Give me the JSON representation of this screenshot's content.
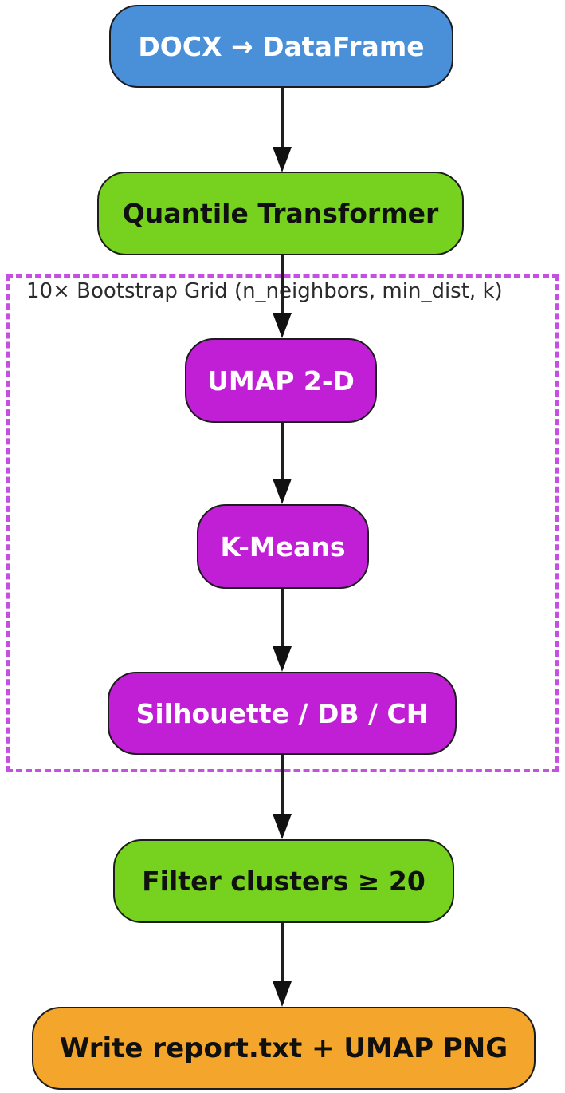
{
  "diagram": {
    "type": "flowchart",
    "background": "#ffffff",
    "edge_color": "#1f1f1f",
    "nodes": [
      {
        "id": "docx",
        "label": "DOCX → DataFrame",
        "fill": "#4a90d9",
        "text_color": "#ffffff"
      },
      {
        "id": "quantile",
        "label": "Quantile Transformer",
        "fill": "#76d21e",
        "text_color": "#101010"
      },
      {
        "id": "umap",
        "label": "UMAP 2-D",
        "fill": "#c01fd6",
        "text_color": "#ffffff"
      },
      {
        "id": "kmeans",
        "label": "K-Means",
        "fill": "#c01fd6",
        "text_color": "#ffffff"
      },
      {
        "id": "metrics",
        "label": "Silhouette / DB / CH",
        "fill": "#c01fd6",
        "text_color": "#ffffff"
      },
      {
        "id": "filter",
        "label": "Filter clusters ≥ 20",
        "fill": "#76d21e",
        "text_color": "#101010"
      },
      {
        "id": "report",
        "label": "Write report.txt + UMAP PNG",
        "fill": "#f3a62b",
        "text_color": "#101010"
      }
    ],
    "cluster": {
      "label": "10× Bootstrap Grid (n_neighbors, min_dist, k)",
      "border_color": "#c44fe0",
      "border_style": "dashed",
      "label_color": "#2b2b2b",
      "contains": [
        "umap",
        "kmeans",
        "metrics"
      ]
    },
    "edges": [
      {
        "from": "docx",
        "to": "quantile"
      },
      {
        "from": "quantile",
        "to": "umap"
      },
      {
        "from": "umap",
        "to": "kmeans"
      },
      {
        "from": "kmeans",
        "to": "metrics"
      },
      {
        "from": "metrics",
        "to": "filter"
      },
      {
        "from": "filter",
        "to": "report"
      }
    ]
  }
}
